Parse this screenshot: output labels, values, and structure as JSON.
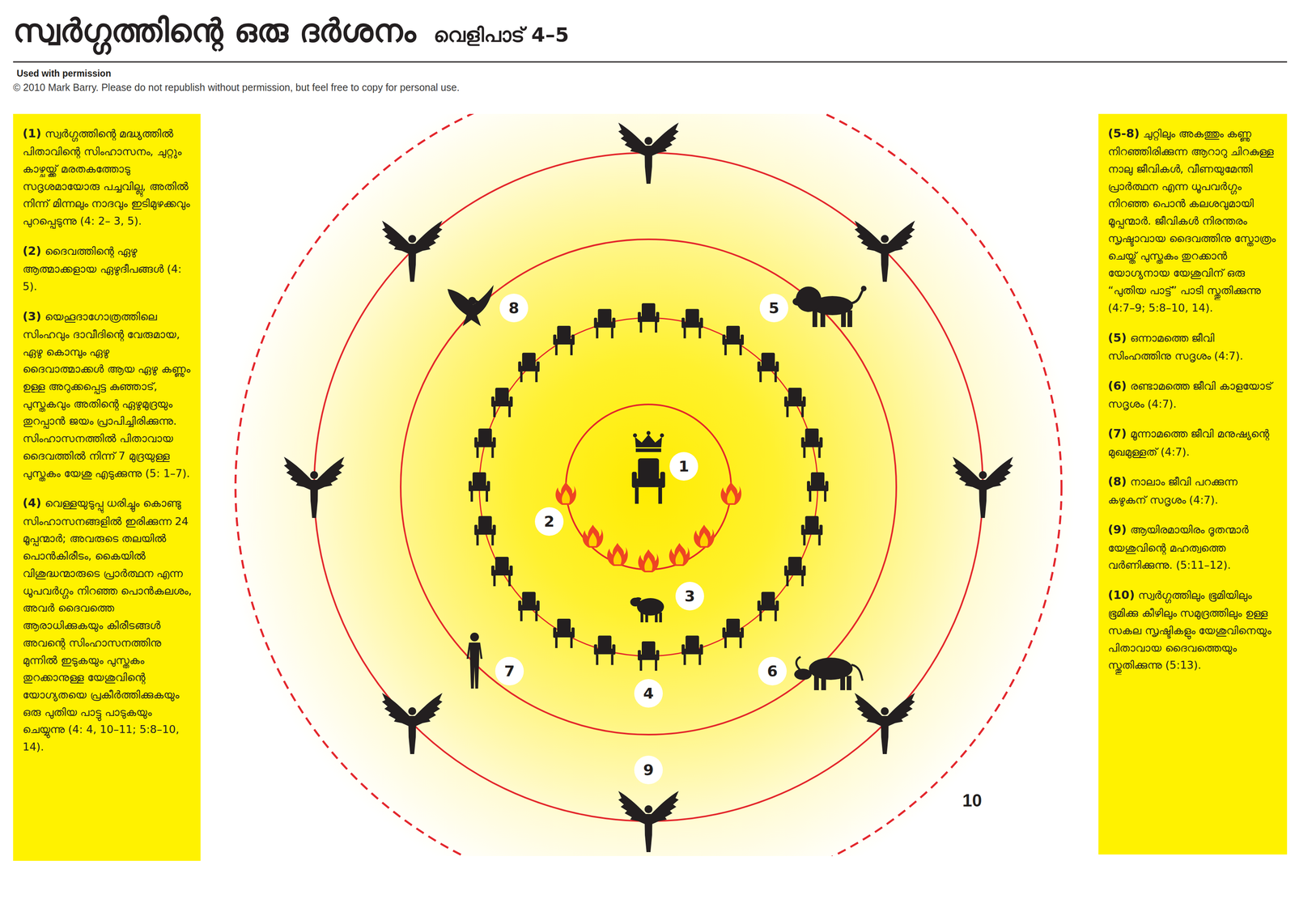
{
  "diagram": {
    "title": "സ്വർഗ്ഗത്തിന്റെ ഒരു ദർശനം",
    "nodes": [
      {
        "text": [
          "(1)",
          "സ്വർഗ്ഗത്തിന്റെ മദ്ധ്യത്തിൽ പിതാവിന്റെ സിംഹാസനം, ചുറ്റും കാഴ്ചയ്ക്ക് മരതകത്തോടു സദൃശമായോരു പച്ചവില്ലു, അതിൽ നിന്ന് മിന്നലും നാദവും ഇടിമുഴക്കവും പുറപ്പെടുന്നു (4: 2– 3, 5).",
          "(2)",
          "ദൈവത്തിന്റെ ഏഴു ആത്മാക്കളായ ഏഴുദീപങ്ങൾ (4: 5).",
          "(3)",
          "യെഹൂദാഗോത്രത്തിലെ സിംഹവും ദാവീദിന്റെ വേരുമായ, ഏഴു കൊമ്പും ഏഴു ദൈവാത്മാക്കൾ ആയ ഏഴു കണ്ണും ഉള്ള അറുക്കപ്പെട്ട കുഞ്ഞാട്, പുസ്തകവും അതിന്റെ ഏഴുമുദ്രയും തുറപ്പാൻ ജയം പ്രാപിച്ചിരിക്കുന്നു. സിംഹാസനത്തിൽ പിതാവായ ദൈവത്തിൽ നിന്ന് 7 മുദ്രയുള്ള പുസ്തകം യേശു എടുക്കുന്നു (5: 1–7).",
          "(4)",
          "വെള്ളയുടുപ്പു ധരിച്ചും കൊണ്ടു സിംഹാസനങ്ങളിൽ ഇരിക്കുന്ന 24 മൂപ്പന്മാർ; അവരുടെ തലയിൽ പൊൻകിരീടം, കൈയിൽ വിശുദ്ധന്മാരുടെ പ്രാർത്ഥന എന്ന ധൂപവർഗ്ഗം നിറഞ്ഞ പൊൻകലശം, അവർ ദൈവത്തെ ആരാധിക്കുകയും കിരീടങ്ങൾ അവന്റെ സിംഹാസനത്തിനു മുന്നിൽ ഇടുകയും പുസ്തകം തുറക്കാനുള്ള യേശുവിന്റെ യോഗ്യതയെ പ്രകീർത്തിക്കുകയും ഒരു പുതിയ പാട്ടു പാടുകയും ചെയ്യുന്നു (4: 4, 10–11; 5:8–10, 14)."
        ]
      },
      {
        "text": [
          "1"
        ]
      },
      {
        "text": [
          "2"
        ]
      },
      {
        "text": [
          "3"
        ]
      },
      {
        "text": [
          "4"
        ]
      },
      {
        "text": [
          "5"
        ]
      },
      {
        "text": [
          "6"
        ]
      },
      {
        "text": [
          "7"
        ]
      },
      {
        "text": [
          "8"
        ]
      },
      {
        "text": [
          "9"
        ]
      },
      {
        "text": [
          "(5-8)",
          "ചുറ്റിലും അകത്തും കണ്ണു നിറഞ്ഞിരിക്കുന്ന ആറാറു ചിറകുള്ള നാലു ജീവികൾ, വീണയുമേന്തി പ്രാർത്ഥന എന്ന ധൂപവർഗ്ഗം നിറഞ്ഞ പൊൻ കലശവുമായി മൂപ്പന്മാർ. ജീവികൾ നിരന്തരം സൃഷ്ടാവായ ദൈവത്തിനു സ്തോത്രം ചെയ്ത് പുസ്തകം തുറക്കാൻ യോഗ്യനായ യേശുവിന് ഒരു “പുതിയ പാട്ട്” പാടി സ്തുതിക്കുന്നു (4:7–9; 5:8–10, 14).",
          "(5)",
          "ഒന്നാമത്തെ ജീവി സിംഹത്തിനു സദൃശം (4:7).",
          "(6)",
          "രണ്ടാമത്തെ ജീവി കാളയോട് സദൃശം (4:7).",
          "(7)",
          "മൂന്നാമത്തെ ജീവി മനുഷ്യന്റെ മുഖമുള്ളത് (4:7).",
          "(8)",
          "നാലാം ജീവി പറക്കുന്ന കഴുകന് സദൃശം (4:7).",
          "(9)",
          "ആയിരമായിരം ദൂതന്മാർ യേശുവിന്റെ മഹത്വത്തെ വർണിക്കുന്നു. (5:11–12).",
          "(10)",
          "സ്വർഗ്ഗത്തിലും ഭൂമിയിലും ഭൂമിക്കു കീഴിലും സമുദ്രത്തിലും ഉള്ള സകല സൃഷ്ടികളും യേശുവിനെയും പിതാവായ ദൈവത്തെയും സ്തുതിക്കുന്നു (5:13)."
        ]
      }
    ],
    "labels": [
      "വെളിപാട് 4–5",
      "Used with permission",
      "© 2010 Mark Barry.  Please do not republish without permission, but feel free to copy for personal use.",
      "10"
    ]
  }
}
